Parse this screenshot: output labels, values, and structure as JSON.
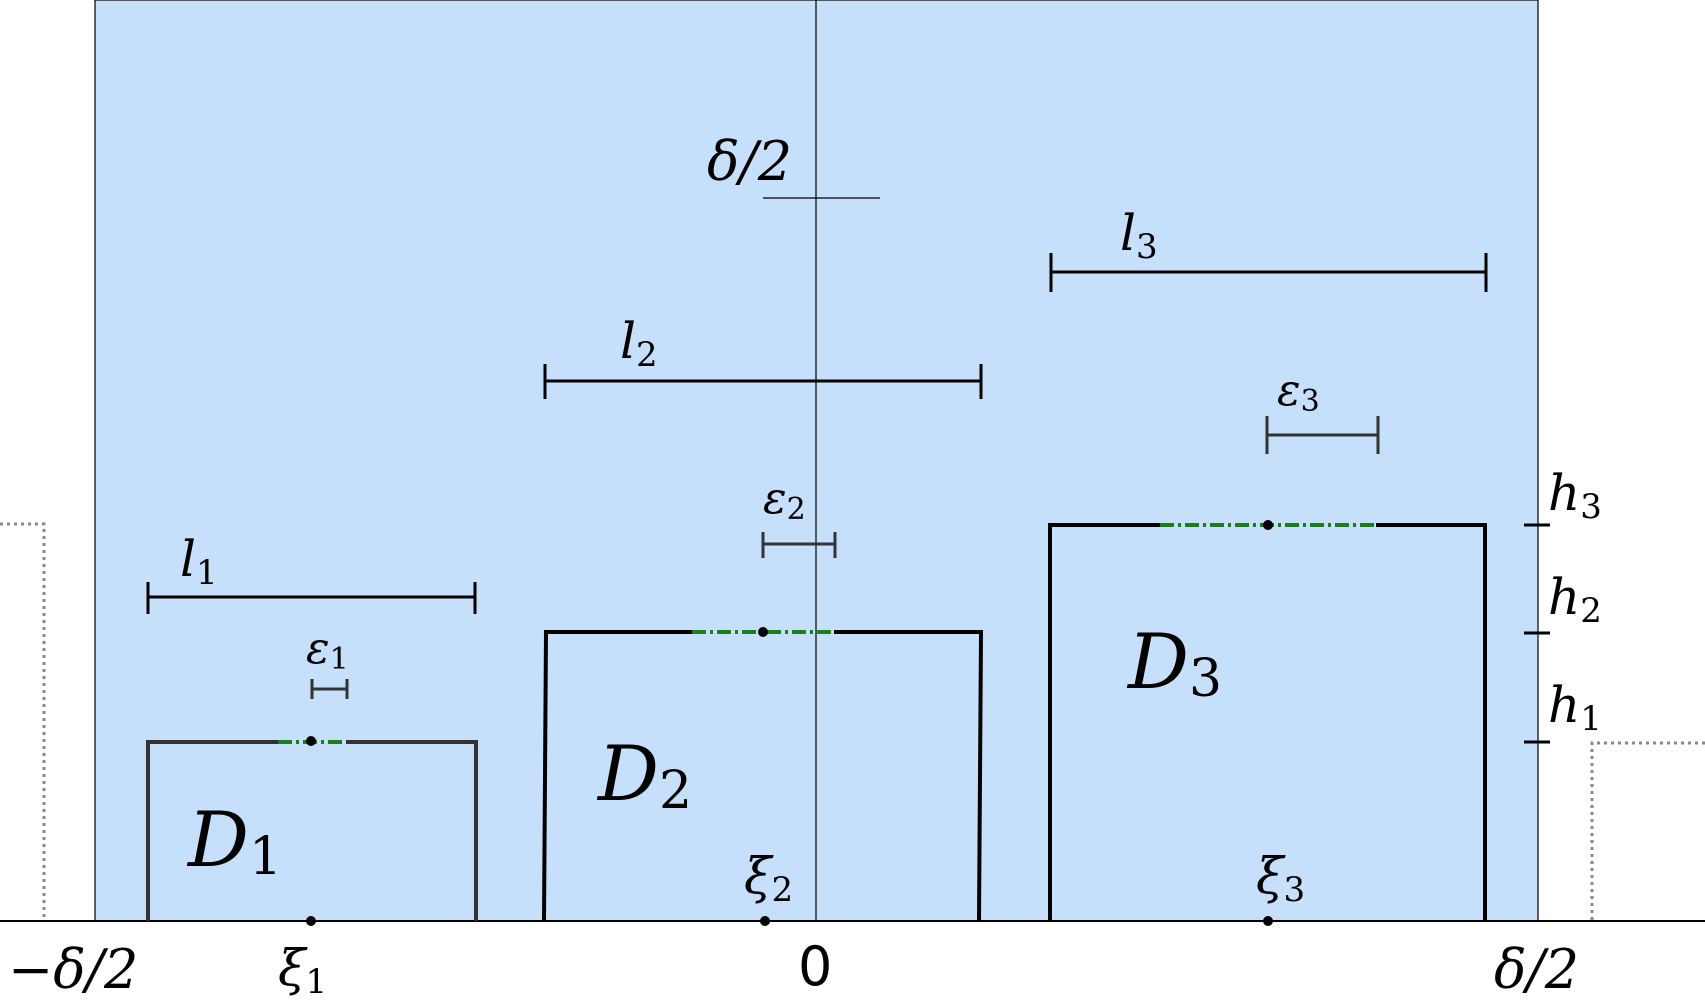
{
  "colors": {
    "strip_fill": "#c6dffb",
    "outline": "#000000",
    "opening": "#1a7f1a",
    "dotted": "#888888"
  },
  "labels": {
    "neg_half_delta": "−δ/2",
    "zero": "0",
    "pos_half_delta": "δ/2",
    "top_half_delta": "δ/2"
  },
  "resonators": [
    {
      "name": "D",
      "sub": "1",
      "xi_sub": "1",
      "l_sub": "1",
      "eps_sub": "1",
      "h_sub": "1"
    },
    {
      "name": "D",
      "sub": "2",
      "xi_sub": "2",
      "l_sub": "2",
      "eps_sub": "2",
      "h_sub": "2"
    },
    {
      "name": "D",
      "sub": "3",
      "xi_sub": "3",
      "l_sub": "3",
      "eps_sub": "3",
      "h_sub": "3"
    }
  ],
  "symbols": {
    "xi": "ξ",
    "l": "l",
    "eps": "ε",
    "h": "h"
  }
}
